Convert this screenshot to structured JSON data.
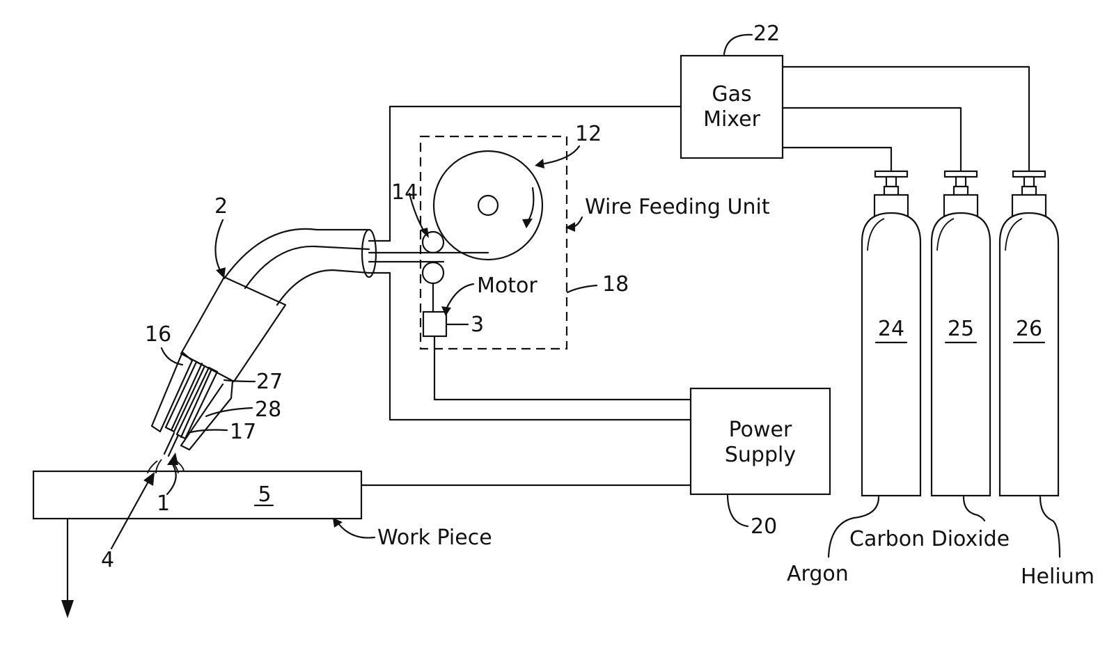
{
  "components": {
    "gas_mixer": {
      "line1": "Gas",
      "line2": "Mixer",
      "ref": "22"
    },
    "power_supply": {
      "line1": "Power",
      "line2": "Supply",
      "ref": "20"
    },
    "wire_feeding_unit": {
      "label": "Wire  Feeding  Unit",
      "ref": "18"
    },
    "wire_spool": {
      "ref": "12"
    },
    "feed_rollers": {
      "ref": "14"
    },
    "motor": {
      "label": "Motor",
      "ref": "3"
    },
    "torch": {
      "ref": "2"
    },
    "work_piece": {
      "label": "Work  Piece",
      "ref": "5"
    },
    "arc": {
      "ref": "1"
    },
    "shielding_gas": {
      "ref": "4"
    },
    "nozzle": {
      "ref": "16"
    },
    "contact_tip": {
      "ref": "17"
    },
    "gas_diffuser": {
      "ref": "27"
    },
    "insulator": {
      "ref": "28"
    }
  },
  "cylinders": [
    {
      "ref": "24",
      "label": "Argon"
    },
    {
      "ref": "25",
      "label": "Carbon  Dioxide"
    },
    {
      "ref": "26",
      "label": "Helium"
    }
  ]
}
